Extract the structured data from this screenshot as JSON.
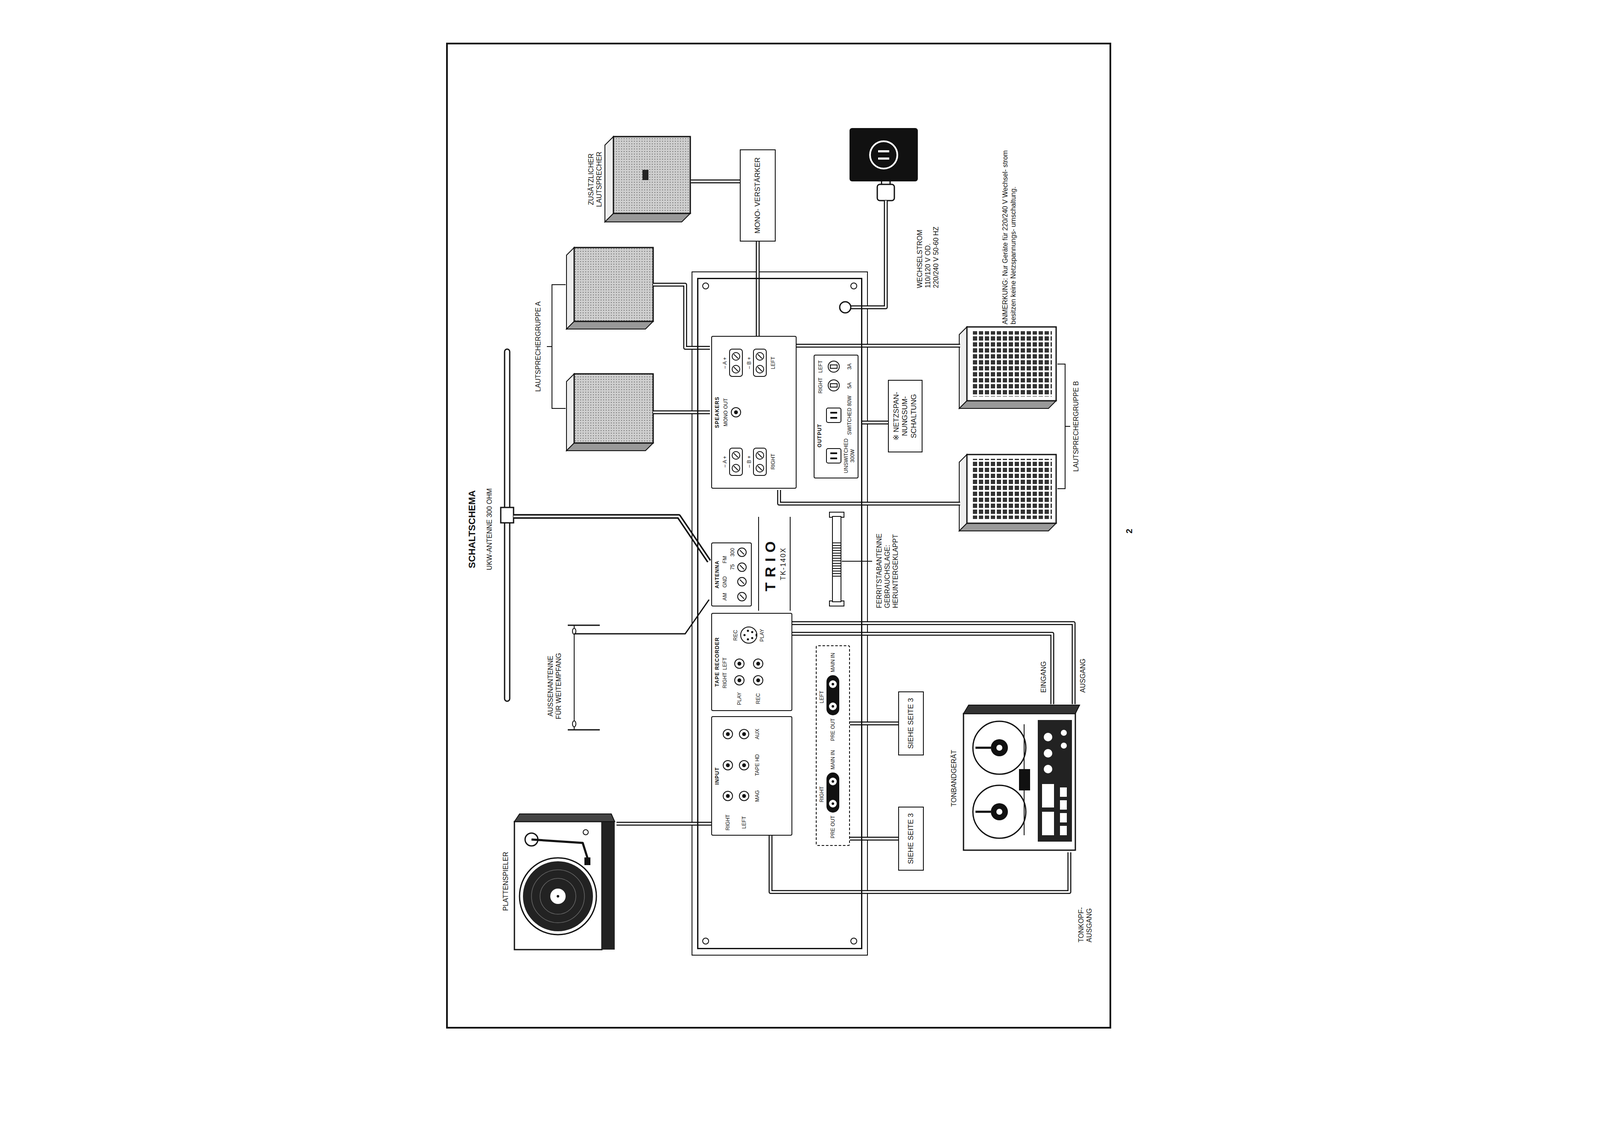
{
  "diagram": {
    "title": "SCHALTSCHEMA",
    "nodes": [
      {
        "text": [
          "TRIO",
          "TK-140X"
        ]
      },
      {
        "text": [
          "INPUT",
          "MAG",
          "TAPE HD",
          "AUX",
          "RIGHT",
          "LEFT"
        ],
        "in": 0
      },
      {
        "text": [
          "TAPE RECORDER",
          "RIGHT",
          "LEFT",
          "PLAY",
          "REC",
          "REC",
          "PLAY"
        ],
        "in": 0
      },
      {
        "text": [
          "RIGHT",
          "PRE OUT",
          "MAIN IN",
          "LEFT",
          "PRE OUT",
          "MAIN IN"
        ],
        "in": 0
      },
      {
        "text": [
          "ANTENNA",
          "AM",
          "GND",
          "FM",
          "75",
          "300"
        ],
        "in": 0
      },
      {
        "text": [
          "SPEAKERS",
          "– A +",
          "– A +",
          "– B +",
          "– B +",
          "MONO OUT",
          "RIGHT",
          "LEFT"
        ],
        "in": 0
      },
      {
        "text": [
          "UNSWITCHED 300W",
          "SWITCHED 80W",
          "OUTPUT",
          "RIGHT",
          "LEFT",
          "5A",
          "3A"
        ],
        "in": 0
      },
      {
        "text": [
          "PLATTENSPIELER"
        ]
      },
      {
        "text": [
          "TONBANDGERÄT"
        ]
      },
      {
        "text": [
          "SIEHE SEITE 3"
        ]
      },
      {
        "text": [
          "SIEHE SEITE 3"
        ]
      },
      {
        "text": [
          "MONO- VERSTÄRKER"
        ]
      },
      {
        "text": [
          "ZUSÄTZLICHER LAUTSPRECHER"
        ]
      },
      {
        "text": [
          "※ NETZSPAN- NUNGSUM- SCHALTUNG"
        ]
      }
    ],
    "edges": [
      {
        "from": 7,
        "to": 1,
        "arrow": "none"
      },
      {
        "from": 8,
        "to": 1,
        "label": "TONKOPF- AUSGANG",
        "arrow": "none"
      },
      {
        "from": 2,
        "to": 8,
        "label": "EINGANG",
        "arrow": "none"
      },
      {
        "from": 8,
        "to": 2,
        "label": "AUSGANG",
        "arrow": "none"
      },
      {
        "from": 9,
        "to": 3,
        "arrow": "none"
      },
      {
        "from": 10,
        "to": 3,
        "arrow": "none"
      },
      {
        "from": 5,
        "to": 11,
        "arrow": "none"
      },
      {
        "from": 11,
        "to": 12,
        "arrow": "none"
      },
      {
        "from": 13,
        "to": 0,
        "arrow": "none"
      }
    ],
    "labels": [
      "UKW-ANTENNE 300 OHM",
      "AUSSENANTENNE FÜR WEITEMPFANG",
      "LAUTSPRECHERGRUPPE A",
      "LAUTSPRECHERGRUPPE B",
      "FERRITSTABANTENNE GEBRAUCHSLAGE: HERUNTERGEKLAPPT",
      "WECHSELSTROM 110/120 V OD. 220/240 V 50-60 HZ",
      "ANMERKUNG: Nur Geräte für 220/240 V Wechsel- strom besitzen keine Netzspannungs- umschaltung.",
      "2"
    ]
  }
}
